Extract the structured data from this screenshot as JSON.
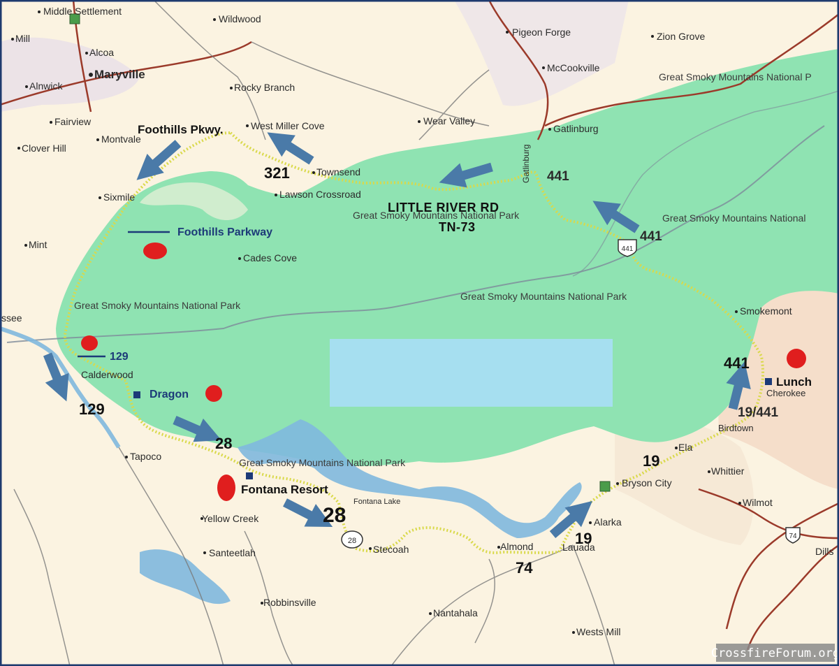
{
  "towns": {
    "middle_settlement": "Middle Settlement",
    "wildwood": "Wildwood",
    "mill": "Mill",
    "alcoa": "Alcoa",
    "maryville": "Maryville",
    "alnwick": "Alnwick",
    "rocky_branch": "Rocky Branch",
    "pigeon_forge": "Pigeon Forge",
    "zion_grove": "Zion Grove",
    "mccookville": "McCookville",
    "fairview": "Fairview",
    "montvale": "Montvale",
    "west_miller_cove": "West Miller Cove",
    "wear_valley": "Wear Valley",
    "gatlinburg": "Gatlinburg",
    "gatlinburg_vertical": "Gatlinburg",
    "clover_hill": "Clover Hill",
    "townsend": "Townsend",
    "lawson_crossroad": "Lawson Crossroad",
    "sixmile": "Sixmile",
    "mint": "Mint",
    "cades_cove": "Cades Cove",
    "ssee": "ssee",
    "smokemont": "Smokemont",
    "calderwood": "Calderwood",
    "cherokee": "Cherokee",
    "birdtown": "Birdtown",
    "tapoco": "Tapoco",
    "ela": "Ela",
    "whittier": "Whittier",
    "bryson_city": "Bryson City",
    "fontana_lake": "Fontana Lake",
    "wilmot": "Wilmot",
    "yellow_creek": "Yellow Creek",
    "alarka": "Alarka",
    "almond": "Almond",
    "lauada": "Lauada",
    "stecoah": "Stecoah",
    "santeetlah": "Santeetlah",
    "dills": "Dills",
    "robbinsville": "Robbinsville",
    "nantahala": "Nantahala",
    "wests_mill": "Wests Mill"
  },
  "park_labels": {
    "gsmnp_ne": "Great Smoky Mountains National P",
    "gsmnp_e": "Great Smoky Mountains National",
    "gsmnp_center": "Great Smoky Mountains National Park",
    "gsmnp_mid": "Great Smoky Mountains National Park",
    "gsmnp_w": "Great Smoky Mountains National Park",
    "gsmnp_s": "Great Smoky Mountains National Park"
  },
  "annotations": {
    "foothills_pkwy": "Foothills Pkwy.",
    "foothills_parkway": "Foothills Parkway",
    "little_river_rd": "LITTLE RIVER RD",
    "tn73": "TN-73",
    "dragon": "Dragon",
    "fontana_resort": "Fontana Resort",
    "lunch": "Lunch"
  },
  "route_numbers": {
    "r321": "321",
    "r441_north": "441",
    "r441_mid": "441",
    "r441_south": "441",
    "r129_blue": "129",
    "r129": "129",
    "r28_small": "28",
    "r28_big": "28",
    "r19_441": "19/441",
    "r19_ela": "19",
    "r19_alarka": "19",
    "r74": "74"
  },
  "shields": {
    "s441": "441",
    "s28": "28",
    "s74": "74"
  },
  "watermark": "CrossfireForum.org",
  "colors": {
    "park_green": "#8fe3b2",
    "land": "#fbf3e1",
    "water": "#7fb8de",
    "placeholder_blue": "#a6dff0",
    "route_dots": "#d9d94a",
    "arrow": "#4a7aa8",
    "marker_red": "#e01e1e"
  }
}
